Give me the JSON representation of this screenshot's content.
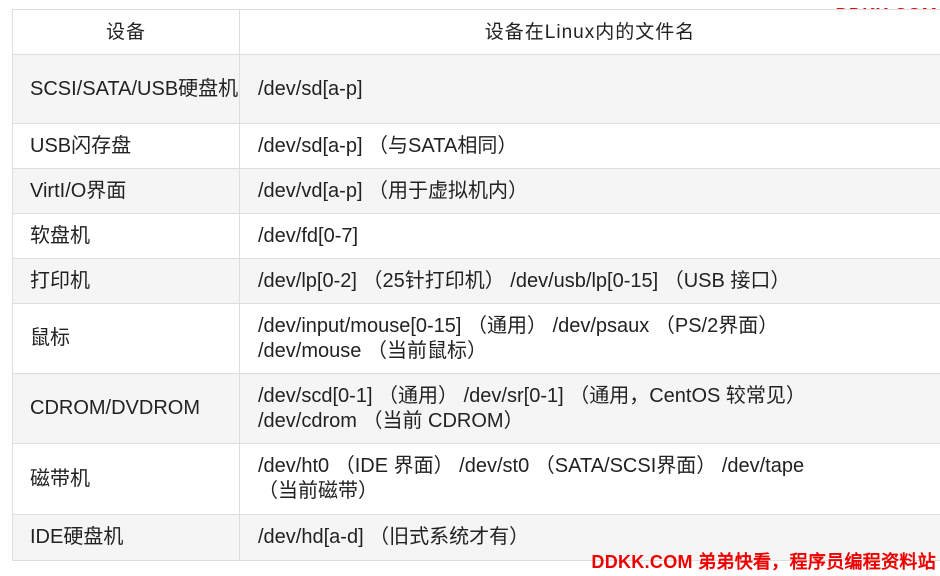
{
  "watermark": {
    "top": "DDKK.COM",
    "bottom": "DDKK.COM 弟弟快看，程序员编程资料站"
  },
  "table": {
    "headers": [
      "设备",
      "设备在Linux内的文件名"
    ],
    "rows": [
      {
        "device": "SCSI/SATA/USB硬盘机",
        "files": [
          "/dev/sd[a-p]"
        ]
      },
      {
        "device": "USB闪存盘",
        "files": [
          "/dev/sd[a-p] （与SATA相同）"
        ]
      },
      {
        "device": "VirtI/O界面",
        "files": [
          "/dev/vd[a-p] （用于虚拟机内）"
        ]
      },
      {
        "device": "软盘机",
        "files": [
          "/dev/fd[0-7]"
        ]
      },
      {
        "device": "打印机",
        "files": [
          "/dev/lp[0-2] （25针打印机） /dev/usb/lp[0-15] （USB 接口）"
        ]
      },
      {
        "device": "鼠标",
        "files": [
          "/dev/input/mouse[0-15] （通用） /dev/psaux （PS/2界面）",
          "/dev/mouse （当前鼠标）"
        ]
      },
      {
        "device": "CDROM/DVDROM",
        "files": [
          "/dev/scd[0-1] （通用） /dev/sr[0-1] （通用，CentOS 较常见）",
          "/dev/cdrom （当前 CDROM）"
        ]
      },
      {
        "device": "磁带机",
        "files": [
          "/dev/ht0 （IDE 界面） /dev/st0 （SATA/SCSI界面） /dev/tape",
          "（当前磁带）"
        ]
      },
      {
        "device": "IDE硬盘机",
        "files": [
          "/dev/hd[a-d] （旧式系统才有）"
        ]
      }
    ]
  }
}
